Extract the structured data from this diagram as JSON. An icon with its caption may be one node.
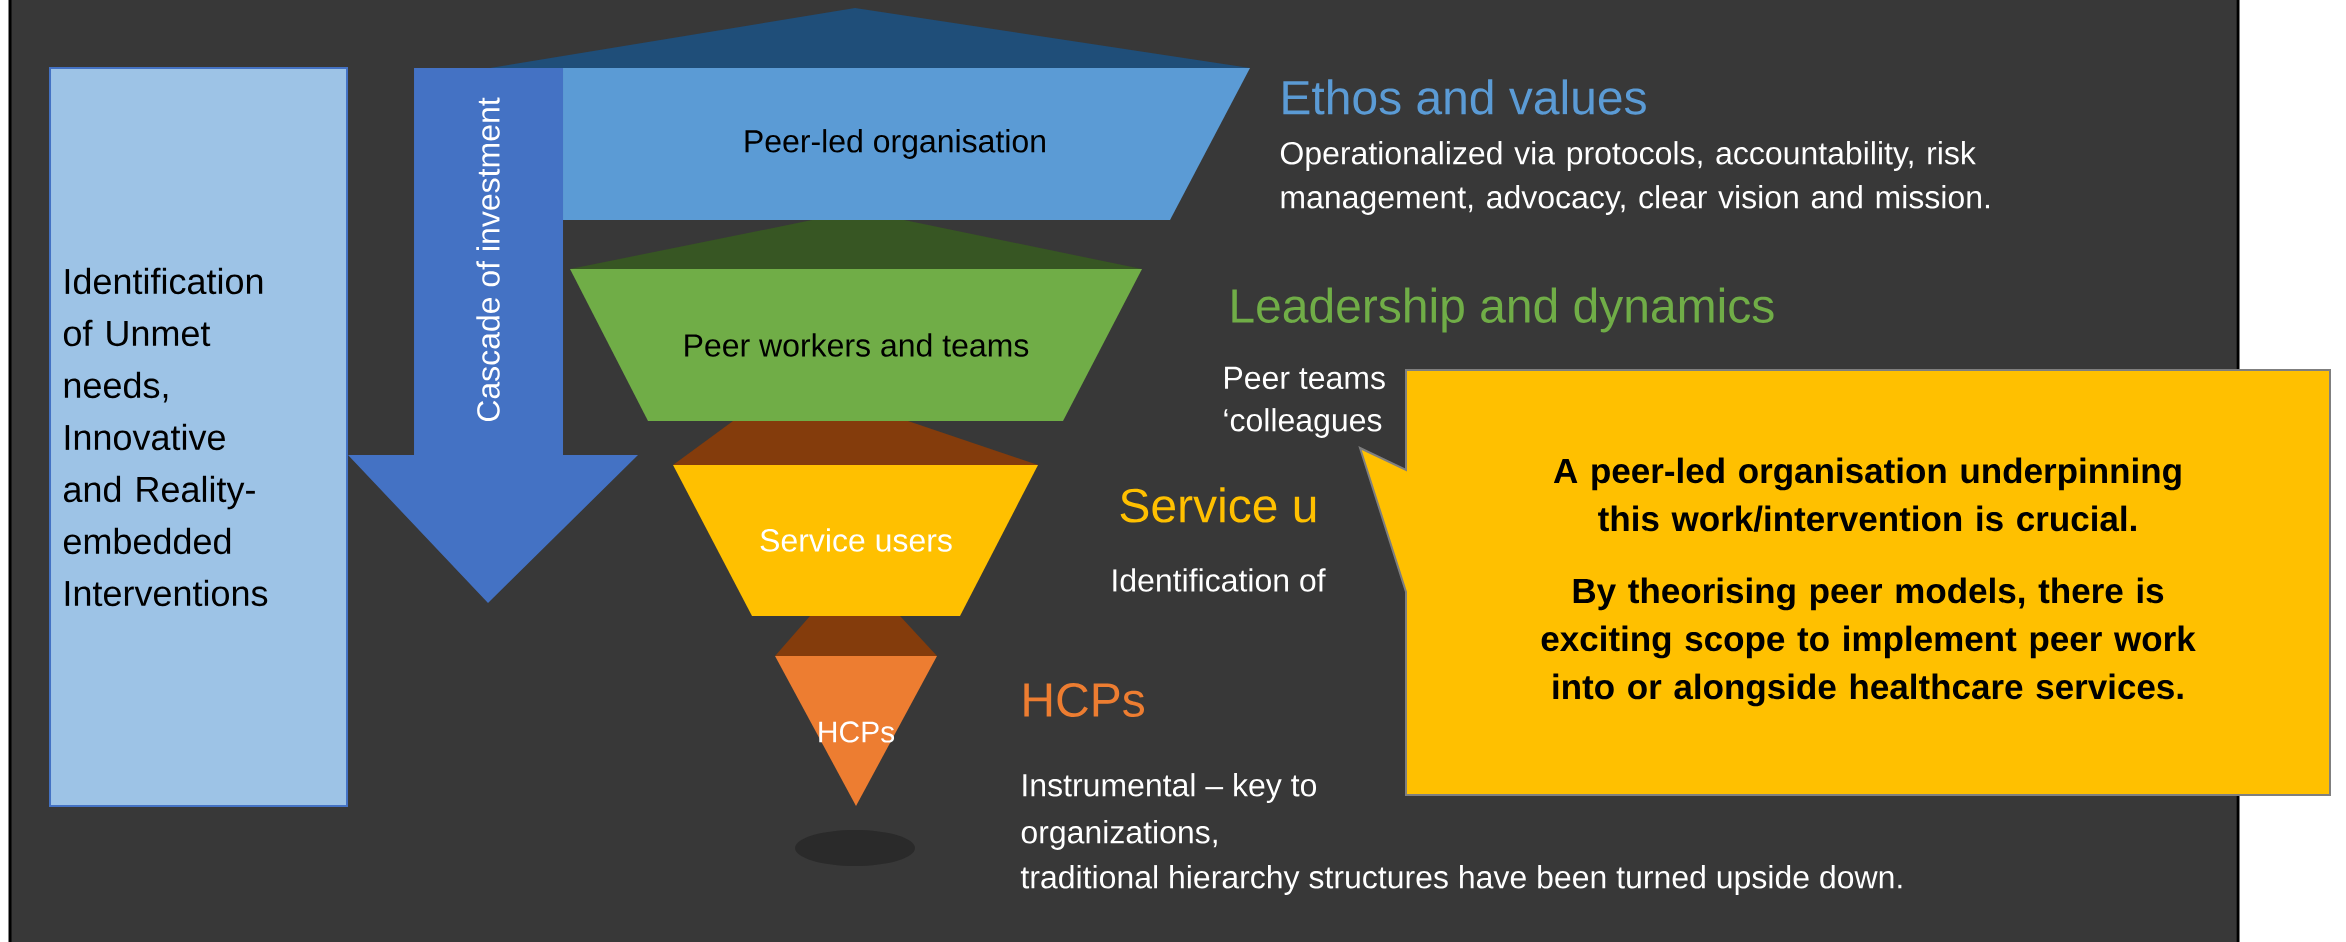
{
  "diagram": {
    "nodes": [
      {
        "text": [
          "Identification of Unmet needs, Innovative and Reality-embedded Interventions"
        ]
      },
      {
        "text": [
          "Cascade of investment"
        ]
      },
      {
        "text": [
          "Peer-led organisation"
        ]
      },
      {
        "text": [
          "Peer workers and teams"
        ]
      },
      {
        "text": [
          "Service users"
        ]
      },
      {
        "text": [
          "HCPs"
        ]
      },
      {
        "text": [
          "A peer-led organisation underpinning this work/intervention is crucial.",
          "By theorising peer models, there is exciting scope to implement peer work into or alongside healthcare services."
        ]
      }
    ],
    "labels": [
      "Ethos and values",
      "Operationalized via protocols, accountability, risk management, advocacy, clear vision and mission.",
      "Leadership and dynamics",
      "Peer teams",
      "‘colleagues",
      "Service u",
      "Identification of",
      "HCPs",
      "Instrumental – key to",
      "organizations,",
      "traditional hierarchy structures have been turned upside down."
    ]
  }
}
